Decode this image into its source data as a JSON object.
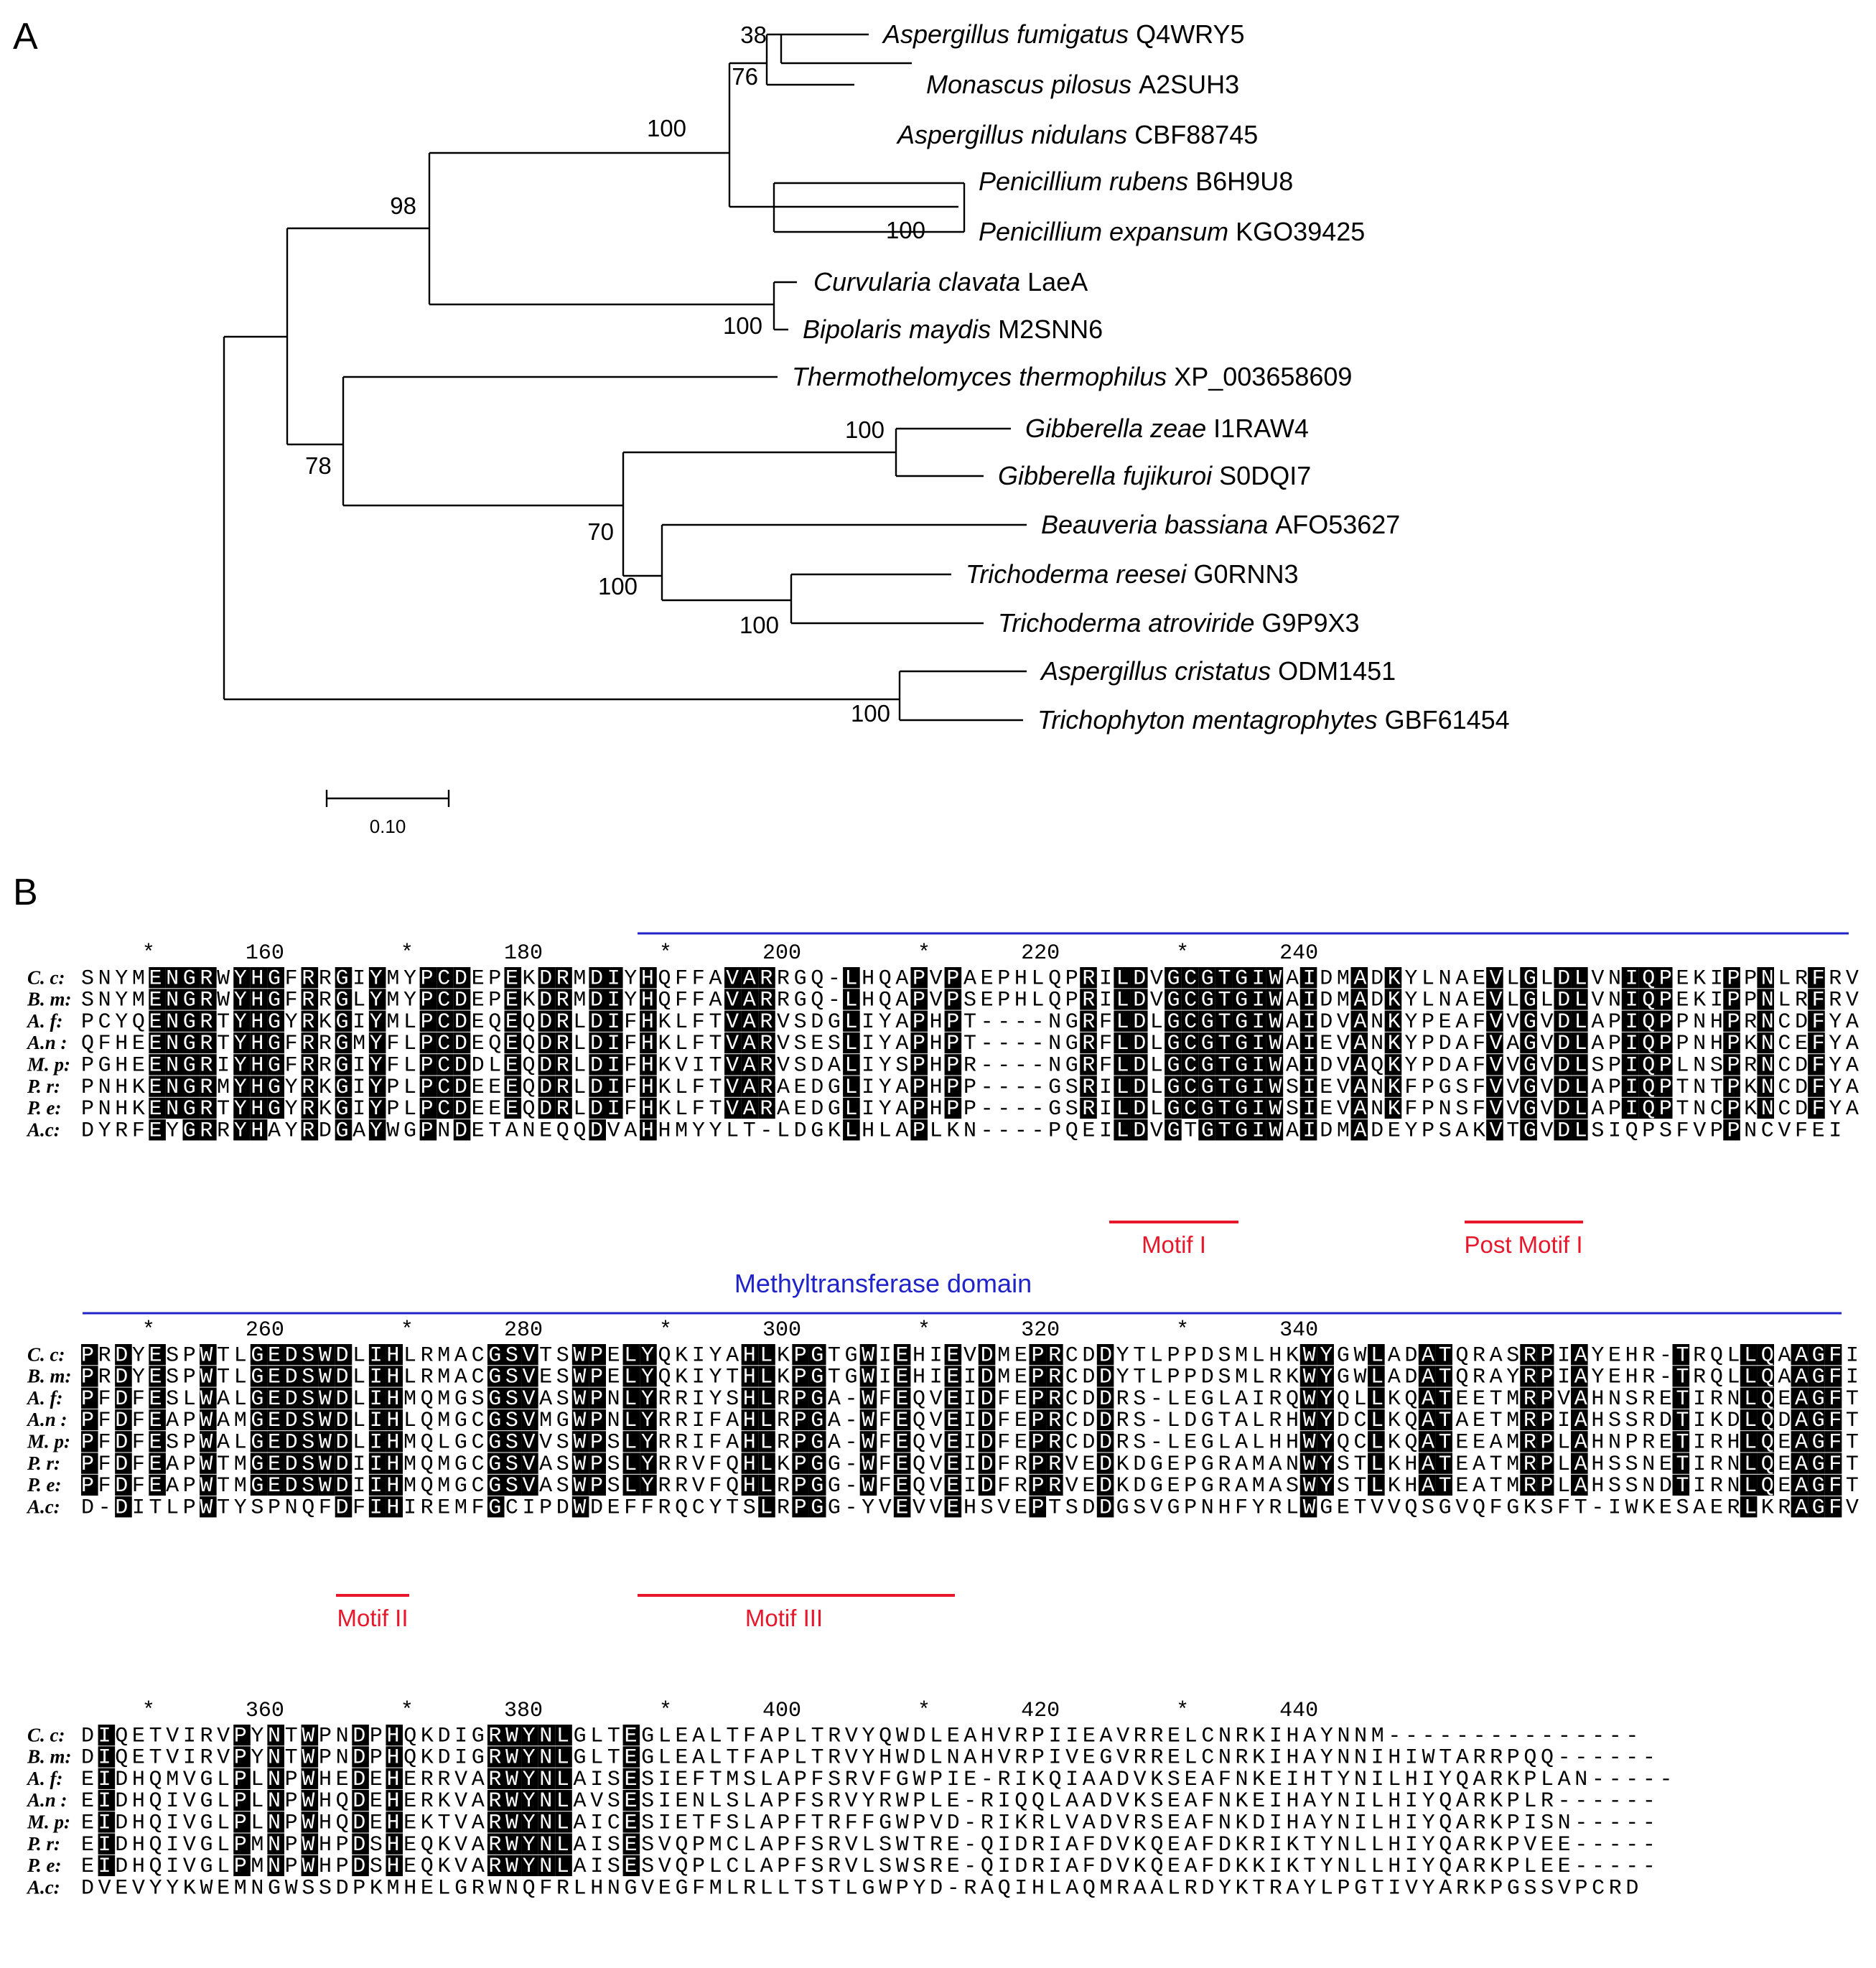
{
  "panels": {
    "a": "A",
    "b": "B"
  },
  "tree": {
    "leaves": [
      {
        "genus": "Aspergillus fumigatus",
        "acc": "Q4WRY5"
      },
      {
        "genus": "Monascus pilosus",
        "acc": "A2SUH3"
      },
      {
        "genus": "Aspergillus nidulans",
        "acc": "CBF88745"
      },
      {
        "genus": "Penicillium rubens",
        "acc": "B6H9U8"
      },
      {
        "genus": "Penicillium expansum",
        "acc": "KGO39425"
      },
      {
        "genus": "Curvularia clavata",
        "acc": "LaeA"
      },
      {
        "genus": "Bipolaris maydis",
        "acc": "M2SNN6"
      },
      {
        "genus": "Thermothelomyces thermophilus",
        "acc": "XP_003658609"
      },
      {
        "genus": "Gibberella zeae",
        "acc": "I1RAW4"
      },
      {
        "genus": "Gibberella fujikuroi",
        "acc": "S0DQI7"
      },
      {
        "genus": "Beauveria bassiana",
        "acc": "AFO53627"
      },
      {
        "genus": "Trichoderma reesei",
        "acc": "G0RNN3"
      },
      {
        "genus": "Trichoderma atroviride",
        "acc": "G9P9X3"
      },
      {
        "genus": "Aspergillus cristatus",
        "acc": "ODM1451"
      },
      {
        "genus": "Trichophyton mentagrophytes",
        "acc": "GBF61454"
      }
    ],
    "bootstraps": [
      "38",
      "76",
      "100",
      "100",
      "98",
      "100",
      "100",
      "78",
      "100",
      "70",
      "100",
      "100"
    ],
    "scale_label": "0.10"
  },
  "alignment": {
    "species_labels": [
      "C. c:",
      "B. m:",
      "A. f:",
      "A.n :",
      "M. p:",
      "P. r:",
      "P. e:",
      "A.c:"
    ],
    "blocks": [
      {
        "ruler": "*       160         *       180         *       200         *       220         *       240",
        "rows": [
          "SNYMENGRWYHGFRRGIYMYPCDEPEKDRMDIYHQFFAVARRGQ-LHQAPVPAEPHLQPRILDVGCGTGIWAIDMADKYLNAEVLGLDLVNIQPEKIPPNLRFRV",
          "SNYMENGRWYHGFRRGLYMYPCDEPEKDRMDIYHQFFAVARRGQ-LHQAPVPSEPHLQPRILDVGCGTGIWAIDMADKYLNAEVLGLDLVNIQPEKIPPNLRFRV",
          "PCYQENGRTYHGYRKGIYMLPCDEQEQDRLDIFHKLFTVARVSDGLIYAPHPT----NGRFLDLGCGTGIWAIDVANKYPEAFVVGVDLAPIQPPNHPRNCDFYA",
          "QFHEENGRTYHGFRRGMYFLPCDEQEQDRLDIFHKLFTVARVSESLIYAPHPT----NGRFLDLGCGTGIWAIEVANKYPDAFVAGVDLAPIQPPNHPKNCEFYA",
          "PGHEENGRIYHGFRRGIYFLPCDDLEQDRLDIFHKVITVARVSDALIYSPHPR----NGRFLDLGCGTGIWAIDVAQKYPDAFVVGVDLSPIQPLNSPRNCDFYA",
          "PNHKENGRMYHGYRKGIYPLPCDEEEQDRLDIFHKLFTVARAEDGLIYAPHPP----GSRILDLGCGTGIWSIEVANKFPGSFVVGVDLAPIQPTNTPKNCDFYA",
          "PNHKENGRTYHGYRKGIYPLPCDEEEQDRLDIFHKLFTVARAEDGLIYAPHPP----GSRILDLGCGTGIWSIEVANKFPNSFVVGVDLAPIQPTNCPKNCDFYA",
          "DYRFEYGRRYHAYRDGAYWGPNDETANEQQDVAHHMYYLT-LDGKLHLAPLKN----PQEILDVGTGTGIWAIDMADEYPSAKVTGVDLSIQPSFVPPNCVFEI"
        ],
        "motifs": [
          "Motif I",
          "Post Motif I"
        ],
        "domain_label": "Methyltransferase domain"
      },
      {
        "ruler": "*       260         *       280         *       300         *       320         *       340",
        "rows": [
          "PRDYESPWTLGEDSWDLIHLRMACGSVTSWPELYQKIYAHLKPGTGWIEHIEVDMEPRCDDYTLPPDSMLHKWYGWLADATQRASRPIAYEHR-TRQLLQAAGFI",
          "PRDYESPWTLGEDSWDLIHLRMACGSVESWPELYQKIYTHLKPGTGWIEHIEIDMEPRCDDYTLPPDSMLRKWYGWLADATQRAYRPIAYEHR-TRQLLQAAGFI",
          "PFDFESLWALGEDSWDLIHMQMGSGSVASWPNLYRRIYSHLRPGA-WFEQVEIDFEPRCDDRS-LEGLAIRQWYQLLKQATEETMRPVAHNSRETIRNLQEAGFT",
          "PFDFEAPWAMGEDSWDLIHLQMGCGSVMGWPNLYRRIFAHLRPGA-WFEQVEIDFEPRCDDRS-LDGTALRHWYDCLKQATAETMRPIAHSSRDTIKDLQDAGFT",
          "PFDFESPWALGEDSWDLIHMQLGCGSVVSWPSLYRRIFAHLRPGA-WFEQVEIDFEPRCDDRS-LEGLALHHWYQCLKQATEEAMRPLAHNPRETIRHLQEAGFT",
          "PFDFEAPWTMGEDSWDIIHMQMGCGSVASWPSLYRRVFQHLKPGG-WFEQVEIDFRPRVEDKDGEPGRAMANWYSTLKHATEATMRPLAHSSNETIRNLQEAGFT",
          "PFDFEAPWTMGEDSWDIIHMQMGCGSVASWPSLYRRVFQHLRPGG-WFEQVEIDFRPRVEDKDGEPGRAMASWYSTLKHATEATMRPLAHSSNDTIRNLQEAGFT",
          "D-DITLPWTYSPNQFDFIHIREMFGCIPDWDEFFRQCYTSLRPGG-YVEVVEHSVEPTSDDGSVGPNHFYRLWGETVVQSGVQFGKSFT-IWKESAERLKRAGFV"
        ],
        "motifs": [
          "Motif II",
          "Motif III"
        ]
      },
      {
        "ruler": "*       360         *       380         *       400         *       420         *       440",
        "rows": [
          "DIQETVIRVPYNTWPNDPHQKDIGRWYNLGLTEGLEALTFAPLTRVYQWDLEAHVRPIIEAVRRELCNRKIHAYNNM---------------",
          "DIQETVIRVPYNTWPNDPHQKDIGRWYNLGLTEGLEALTFAPLTRVYHWDLNAHVRPIVEGVRRELCNRKIHAYNNIHIWTARRPQQ------",
          "EIDHQMVGLPLNPWHEDEHERRVARWYNLAISESIEFTMSLAPFSRVFGWPIE-RIKQIAADVKSEAFNKEIHTYNILHIYQARKPLAN-----",
          "EIDHQIVGLPLNPWHQDEHERKVARWYNLAVSESIENLSLAPFSRVYRWPLE-RIQQLAADVKSEAFNKEIHAYNILHIYQARKPLR------",
          "EIDHQIVGLPLNPWHQDEHEKTVARWYNLAICESIETFSLAPFTRFFGWPVD-RIKRLVADVRSEAFNKDIHAYNILHIYQARKPISN-----",
          "EIDHQIVGLPMNPWHPDSHEQKVARWYNLAISESVQPMCLAPFSRVLSWTRE-QIDRIAFDVKQEAFDKRIKTYNLLHIYQARKPVEE-----",
          "EIDHQIVGLPMNPWHPDSHEQKVARWYNLAISESVQPLCLAPFSRVLSWSRE-QIDRIAFDVKQEAFDKKIKTYNLLHIYQARKPLEE-----",
          "DVEVYYKWEMNGWSSDPKMHELGRWNQFRLHNGVEGFMLRLLTSTLGWPYD-RAQIHLAQMRAALRDYKTRAYLPGTIVYARKPGSSVPCRD"
        ],
        "motifs": []
      }
    ]
  }
}
